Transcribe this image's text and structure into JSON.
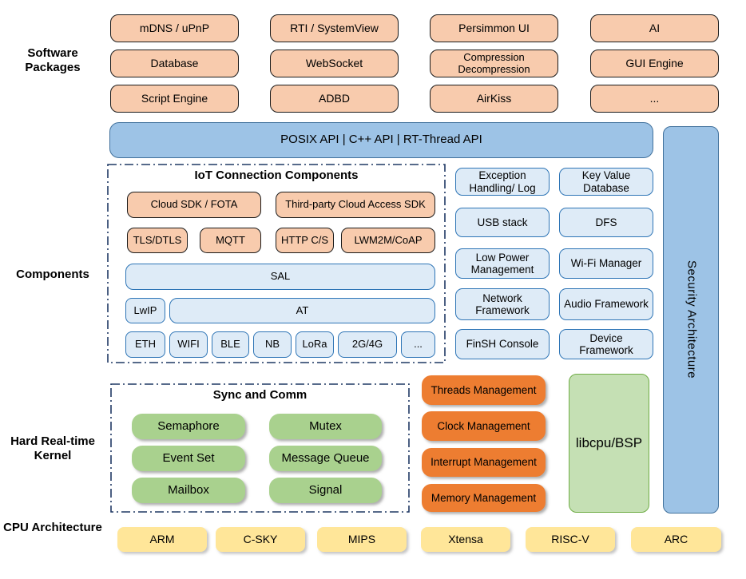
{
  "side_labels": {
    "software": "Software Packages",
    "components": "Components",
    "kernel": "Hard Real-time Kernel",
    "cpu": "CPU Architecture"
  },
  "software_packages": {
    "items": [
      "mDNS / uPnP",
      "RTI / SystemView",
      "Persimmon UI",
      "AI",
      "Database",
      "WebSocket",
      "Compression Decompression",
      "GUI Engine",
      "Script Engine",
      "ADBD",
      "AirKiss",
      "..."
    ]
  },
  "api_bar": {
    "label": "POSIX API | C++ API | RT-Thread API"
  },
  "security_bar": {
    "label": "Security Architecture"
  },
  "iot": {
    "title": "IoT Connection Components",
    "sdk": [
      "Cloud SDK / FOTA",
      "Third-party Cloud Access SDK"
    ],
    "protocols": [
      "TLS/DTLS",
      "MQTT",
      "HTTP C/S",
      "LWM2M/CoAP"
    ],
    "sal": "SAL",
    "lwip": "LwIP",
    "at": "AT",
    "links": [
      "ETH",
      "WIFI",
      "BLE",
      "NB",
      "LoRa",
      "2G/4G",
      "..."
    ]
  },
  "services": {
    "items": [
      "Exception Handling/ Log",
      "Key Value Database",
      "USB stack",
      "DFS",
      "Low Power Management",
      "Wi-Fi Manager",
      "Network Framework",
      "Audio Framework",
      "FinSH Console",
      "Device Framework"
    ]
  },
  "sync_comm": {
    "title": "Sync and Comm",
    "items": [
      "Semaphore",
      "Mutex",
      "Event Set",
      "Message Queue",
      "Mailbox",
      "Signal"
    ]
  },
  "kernel": {
    "items": [
      "Threads Management",
      "Clock Management",
      "Interrupt Management",
      "Memory Management"
    ],
    "libcpu": "libcpu/BSP"
  },
  "cpu_architectures": {
    "items": [
      "ARM",
      "C-SKY",
      "MIPS",
      "Xtensa",
      "RISC-V",
      "ARC"
    ]
  },
  "colors": {
    "peach": "#F8CBAD",
    "api_blue": "#9DC3E6",
    "api_blue_border": "#41719C",
    "light_blue": "#DEEBF7",
    "light_blue_border": "#2E75B6",
    "green": "#A9D18E",
    "orange": "#ED7D31",
    "light_green": "#C5E0B4",
    "yellow": "#FFE699",
    "dash_navy": "#1F3864"
  }
}
